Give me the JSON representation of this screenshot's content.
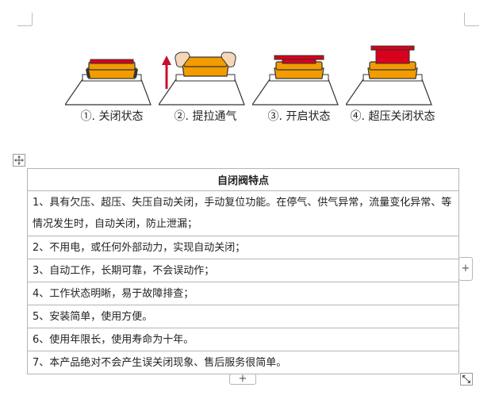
{
  "figure": {
    "captions": [
      "①. 关闭状态",
      "②. 提拉通气",
      "③. 开启状态",
      "④. 超压关闭状态"
    ]
  },
  "table": {
    "header": "自闭阀特点",
    "rows": [
      "1、具有欠压、超压、失压自动关闭，手动复位功能。在停气、供气异常，流量变化异常、等情况发生时，自动关闭，防止泄漏；",
      "2、不用电，或任何外部动力，实现自动关闭；",
      "3、自动工作，长期可靠，不会误动作；",
      "4、工作状态明晰，易于故障排查；",
      "5、安装简单，使用方便。",
      "6、使用年限长，使用寿命为十年。",
      "7、本产品绝对不会产生误关闭现象、售后服务很简单。"
    ]
  },
  "controls": {
    "add_row_right": "+",
    "add_row_bottom": "+"
  },
  "colors": {
    "valve_body": "#f29c00",
    "valve_cap": "#d8001d",
    "base_plate": "#ffffff",
    "arrow": "#c8102e"
  },
  "icons": {
    "move_handle": "move-arrows-icon",
    "resize_handle": "resize-diagonal-icon",
    "pull_arrow": "up-arrow-icon",
    "hands": "hand-icon"
  }
}
